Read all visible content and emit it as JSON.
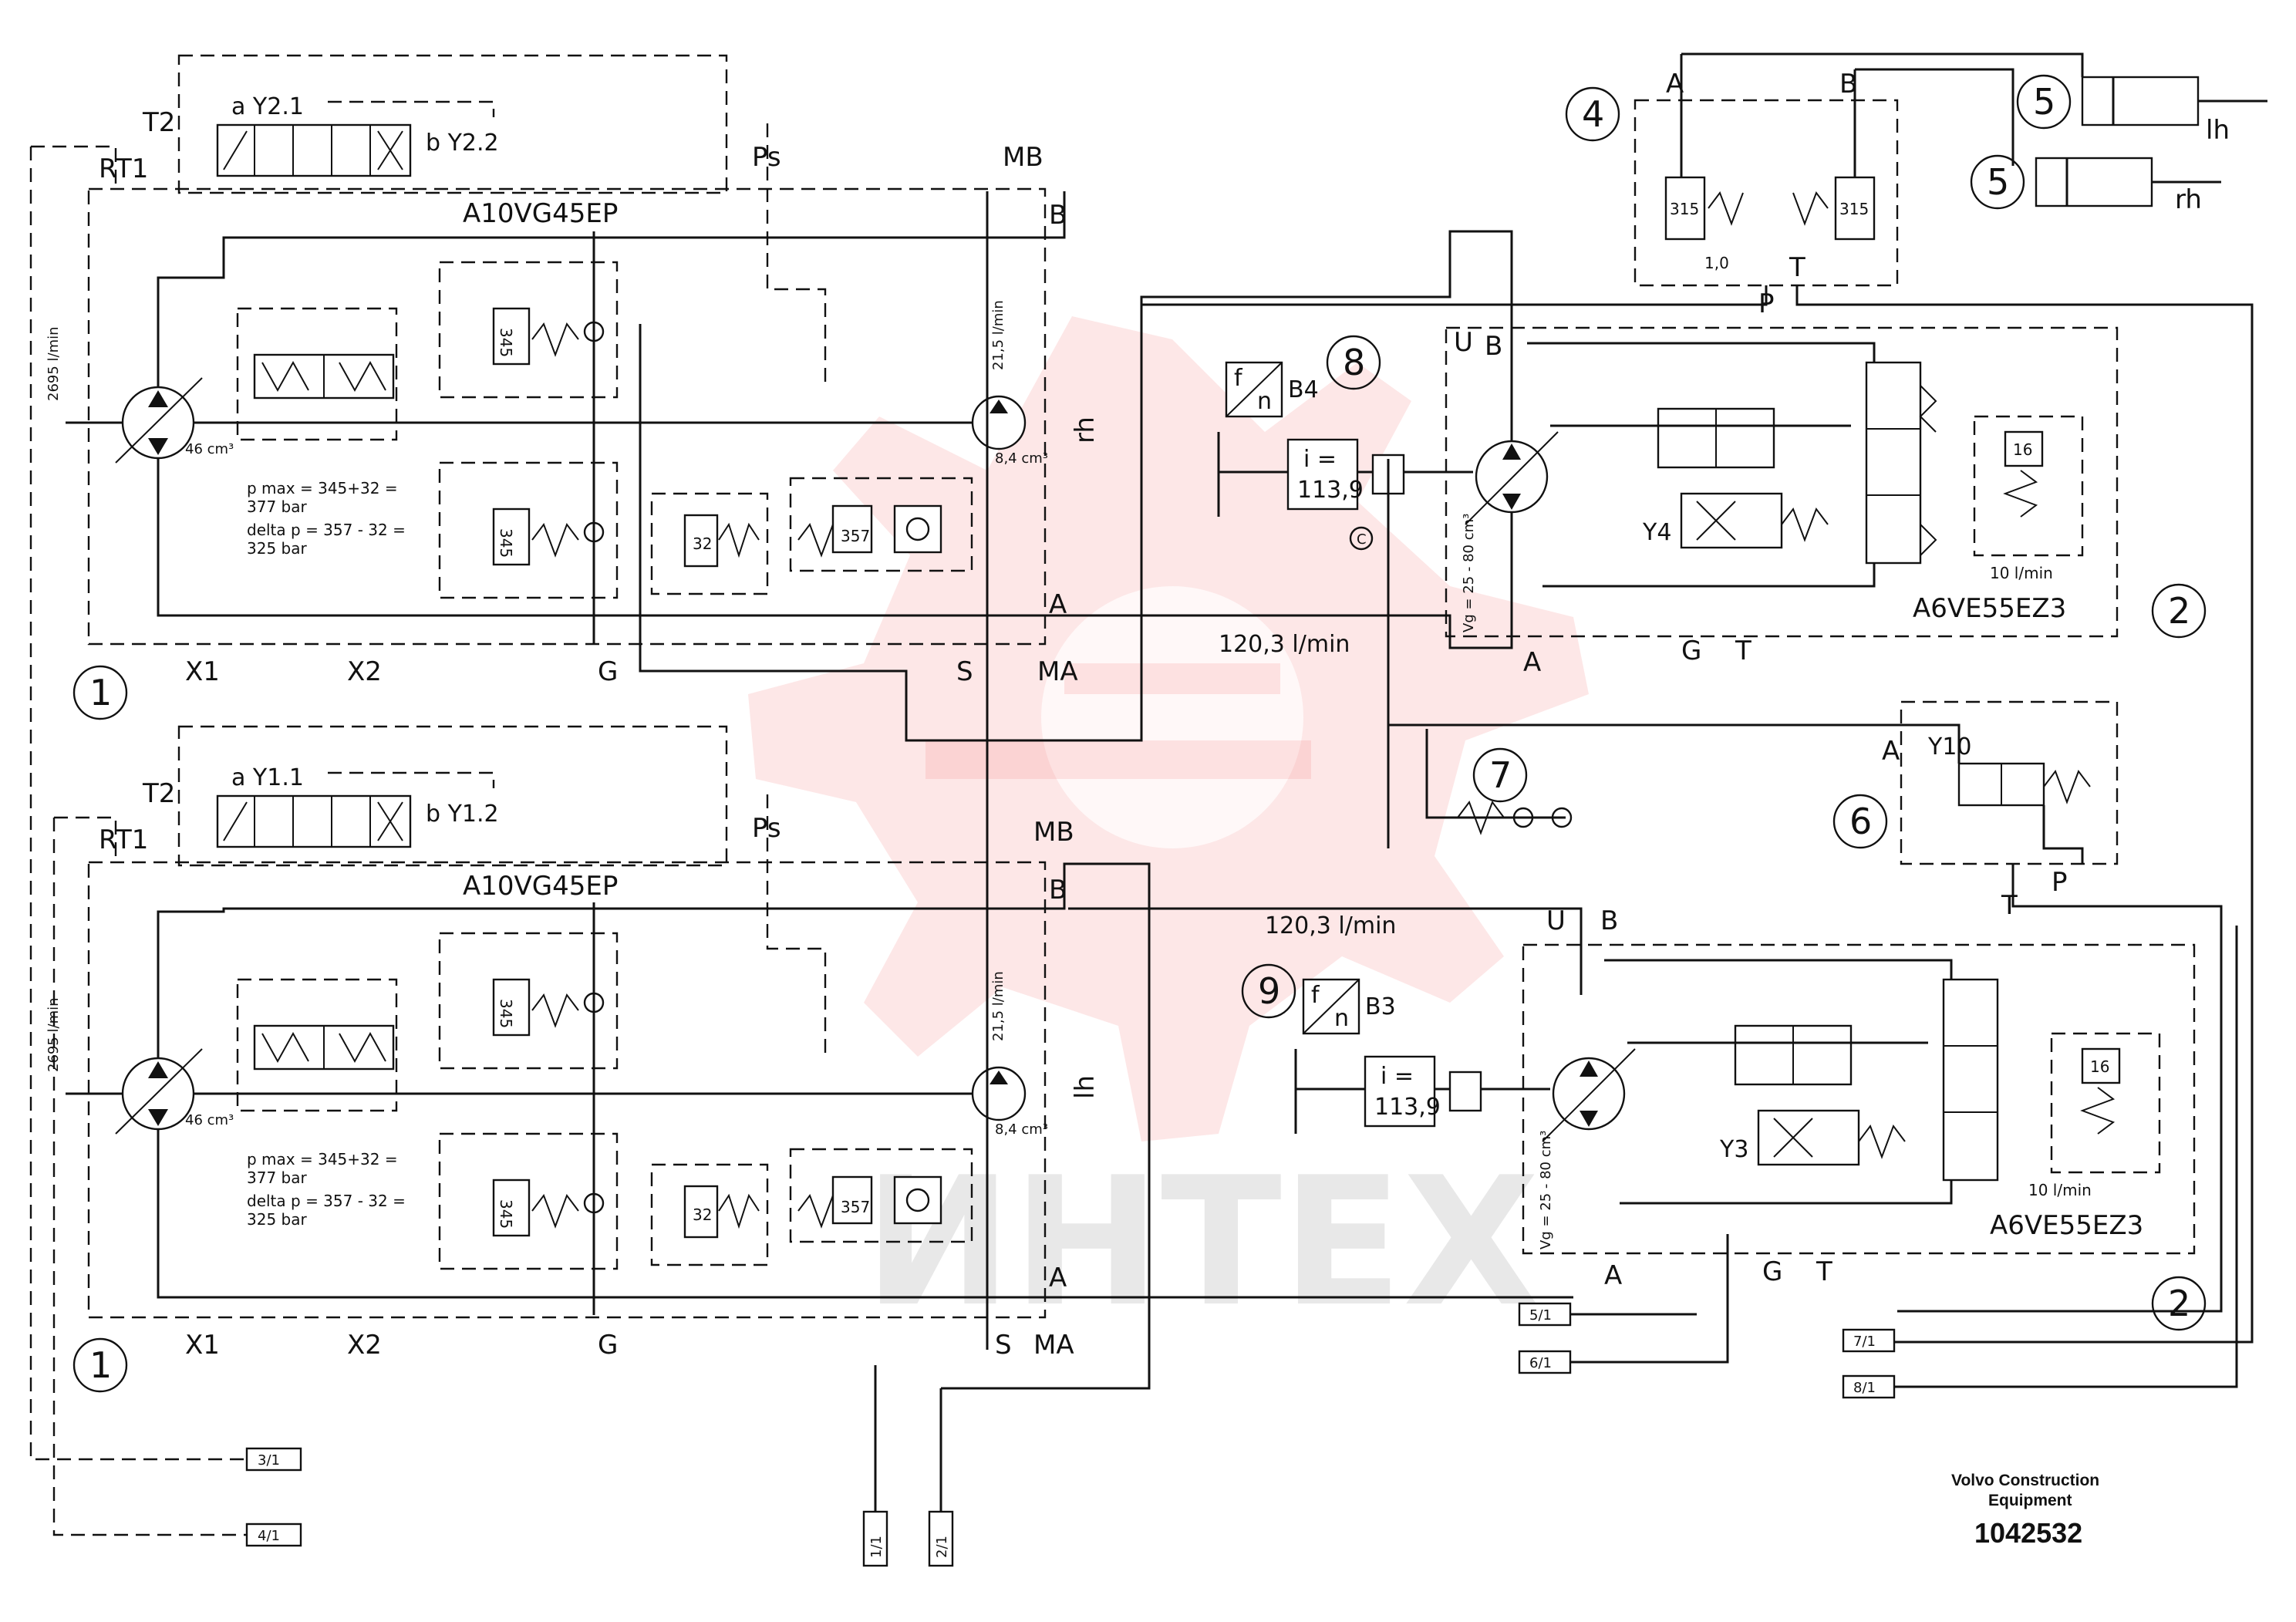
{
  "watermark": {
    "text": "ИНТЕХ",
    "color": "#f26a6a"
  },
  "brand": {
    "company_line1": "Volvo Construction",
    "company_line2": "Equipment",
    "part_number": "1042532"
  },
  "pumps": [
    {
      "model": "A10VG45EP",
      "valve_a": "a Y2.1",
      "valve_b": "b Y2.2",
      "port_T2": "T2",
      "port_R": "R",
      "port_T1": "T1",
      "port_Ps": "Ps",
      "port_MB": "MB",
      "port_B": "B",
      "port_A": "A",
      "port_X1": "X1",
      "port_X2": "X2",
      "port_G": "G",
      "port_S": "S",
      "port_MA": "MA",
      "flow_main": "2695 l/min",
      "displacement": "46 cm³",
      "charge_flow": "21,5 l/min",
      "charge_disp": "8,4 cm³",
      "relief_1": "345",
      "relief_2": "345",
      "relief_charge": "32",
      "relief_357": "357",
      "note_1": "p max = 345+32 =",
      "note_2": "377 bar",
      "note_3": "delta p = 357 - 32 =",
      "note_4": "325 bar",
      "side": "rh",
      "callout": "1"
    },
    {
      "model": "A10VG45EP",
      "valve_a": "a Y1.1",
      "valve_b": "b Y1.2",
      "port_T2": "T2",
      "port_R": "R",
      "port_T1": "T1",
      "port_Ps": "Ps",
      "port_MB": "MB",
      "port_B": "B",
      "port_A": "A",
      "port_X1": "X1",
      "port_X2": "X2",
      "port_G": "G",
      "port_S": "S",
      "port_MA": "MA",
      "flow_main": "2695 l/min",
      "displacement": "46 cm³",
      "charge_flow": "21,5 l/min",
      "charge_disp": "8,4 cm³",
      "relief_1": "345",
      "relief_2": "345",
      "relief_charge": "32",
      "relief_357": "357",
      "note_1": "p max = 345+32 =",
      "note_2": "377 bar",
      "note_3": "delta p = 357 - 32 =",
      "note_4": "325 bar",
      "side": "lh",
      "callout": "1"
    }
  ],
  "motors": [
    {
      "model": "A6VE55EZ3",
      "port_U": "U",
      "port_B": "B",
      "port_A": "A",
      "port_G": "G",
      "port_T": "T",
      "vg": "Vg = 25 - 80 cm³",
      "solenoid": "Y4",
      "relief": "16",
      "flow": "10 l/min",
      "gear": "i =",
      "gear_ratio": "113,9",
      "sensor": "B4",
      "sensor_f": "f",
      "sensor_n": "n",
      "flow_line": "120,3 l/min",
      "callout": "2",
      "sensor_callout": "8",
      "c_mark": "C"
    },
    {
      "model": "A6VE55EZ3",
      "port_U": "U",
      "port_B": "B",
      "port_A": "A",
      "port_G": "G",
      "port_T": "T",
      "vg": "Vg = 25 - 80 cm³",
      "solenoid": "Y3",
      "relief": "16",
      "flow": "10 l/min",
      "gear": "i =",
      "gear_ratio": "113,9",
      "sensor": "B3",
      "sensor_f": "f",
      "sensor_n": "n",
      "flow_line": "120,3 l/min",
      "callout": "2",
      "sensor_callout": "9"
    }
  ],
  "steering_block": {
    "callout": "4",
    "port_A": "A",
    "port_B": "B",
    "port_P": "P",
    "port_T": "T",
    "relief_1": "315",
    "relief_2": "315",
    "orifice": "1,0"
  },
  "cylinders": [
    {
      "callout": "5",
      "side": "lh"
    },
    {
      "callout": "5",
      "side": "rh"
    }
  ],
  "brake_valve": {
    "callout": "6",
    "solenoid": "Y10",
    "port_A": "A",
    "port_T": "T",
    "port_P": "P"
  },
  "check_valve_callout": "7",
  "connectors": [
    "1/1",
    "2/1",
    "3/1",
    "4/1",
    "5/1",
    "6/1",
    "7/1",
    "8/1"
  ]
}
